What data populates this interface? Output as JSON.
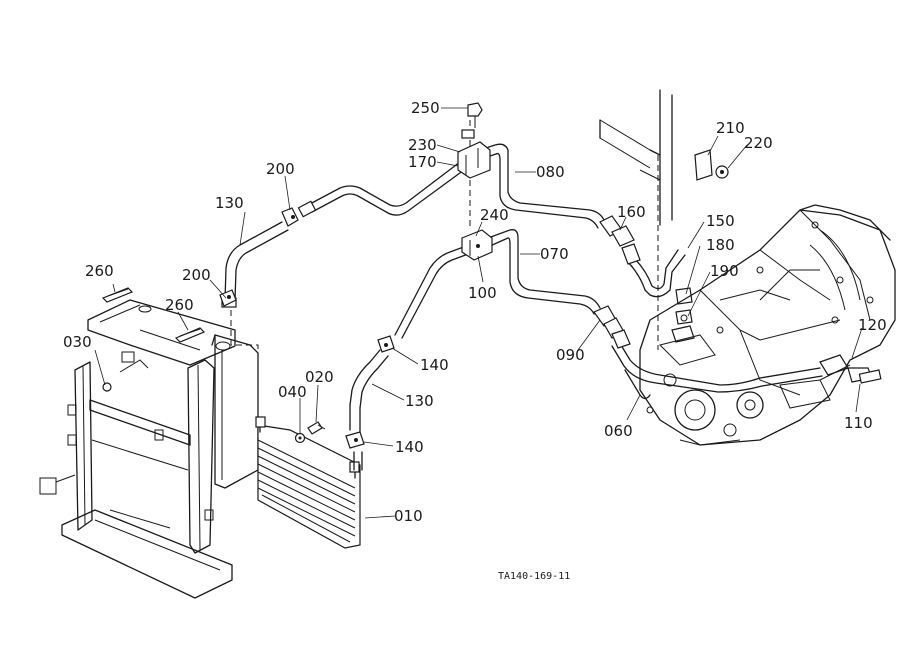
{
  "drawing_ref": "TA140-169-11",
  "callouts": {
    "c010": "010",
    "c020": "020",
    "c030": "030",
    "c040": "040",
    "c060": "060",
    "c070": "070",
    "c080": "080",
    "c090": "090",
    "c100": "100",
    "c110": "110",
    "c120": "120",
    "c130a": "130",
    "c130b": "130",
    "c140a": "140",
    "c140b": "140",
    "c150": "150",
    "c160": "160",
    "c170": "170",
    "c180": "180",
    "c190": "190",
    "c200a": "200",
    "c200b": "200",
    "c210": "210",
    "c220": "220",
    "c230": "230",
    "c240": "240",
    "c250": "250",
    "c260a": "260",
    "c260b": "260"
  }
}
